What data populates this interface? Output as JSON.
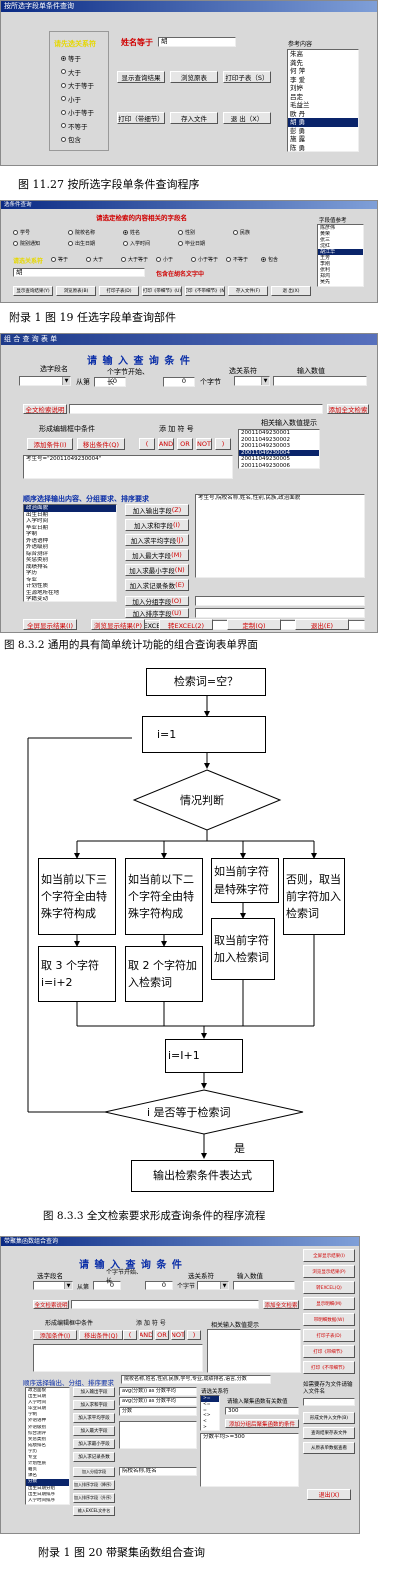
{
  "fig1": {
    "title": "按所选字段单条件查询",
    "heading": "请先选关系符",
    "field_label": "姓名等于",
    "field_value": "胡",
    "relations": [
      "等于",
      "大于",
      "大于等于",
      "小于",
      "小于等于",
      "不等于",
      "包含"
    ],
    "selected_relation": "等于",
    "ref_label": "参考内容",
    "ref_items": [
      "朱高",
      "龚先",
      "何 萍",
      "李 爱",
      "刘婷",
      "吕定",
      "毛益兰",
      "欧 丹",
      "胡 勇",
      "彭 勇",
      "施 露",
      "陈 勇"
    ],
    "ref_selected": "胡 勇",
    "buttons_row1": [
      "显示查询结果",
      "浏览原表",
      "打印子表（S）"
    ],
    "buttons_row2": [
      "打印（带细节）",
      "存入文件",
      "退 出（X）"
    ],
    "caption": "图 11.27 按所选字段单条件查询程序"
  },
  "fig2": {
    "title": "选条件查询",
    "heading": "请选定检索的内容相关的字段名",
    "fields": [
      "学号",
      "院校名称",
      "姓名",
      "性别",
      "民族",
      "院别通知",
      "出生日期",
      "入学时间",
      "毕业日期"
    ],
    "selected_field": "姓名",
    "rel_label": "请选关系符",
    "relations": [
      "等于",
      "大于",
      "大于等于",
      "小于",
      "小于等于",
      "不等于",
      "包含"
    ],
    "selected_relation": "包含",
    "field_label": "字段值参考",
    "value": "胡",
    "hint": "包含在胡名文字中",
    "ref_items": [
      "陈彦伟",
      "黄荣",
      "张三",
      "沈红",
      "胡江华",
      "王芳",
      "李刚",
      "张利",
      "郑鸿",
      "吴先"
    ],
    "ref_selected": "胡江华",
    "buttons": [
      "显示查询结果(Y)",
      "浏览原表(B)",
      "打印子表(D)",
      "打印《带细节》(U)",
      "打印《不带细节》(N)",
      "存入文件(F)",
      "退 出(X)"
    ],
    "caption": "附录 1 图 19 任选字段单查询部件"
  },
  "fig3": {
    "title": "组 合 查 询 表 单",
    "heading": "请 输 入 查 询 条 件",
    "lbl_field": "选字段名",
    "lbl_from": "从第",
    "lbl_sub": "个字节开始、长",
    "lbl_sub2": "个字节",
    "lbl_rel": "选关系符",
    "lbl_value": "输入数值",
    "spin1": "0",
    "spin2": "0",
    "btn_fulltext": "全文检索说明",
    "btn_add_fulltext": "添加全文检索",
    "lbl_form": "形成编辑框中条件",
    "btn_add_cond": "添加条件(Ⅰ)",
    "btn_remove_cond": "移出条件(Q)",
    "lbl_symbols": "添 加 符 号",
    "symbols": [
      "(",
      "AND",
      "OR",
      "NOT",
      ")"
    ],
    "lbl_hint": "相关输入数值提示",
    "hint_items": [
      "20011049230001",
      "20011049230002",
      "20011049230003",
      "20011049230004",
      "20011049230005",
      "20011049230006"
    ],
    "hint_selected": "20011049230004",
    "condition_text": "考生号=\"20011049230004\"",
    "order_label": "顺序选择输出内容、分组要求、排序要求",
    "field_list": [
      "政治面貌",
      "出生日期",
      "入学时间",
      "毕业日期",
      "学制",
      "外语语种",
      "外语级别",
      "综合测评",
      "奖惩类别",
      "成绩排名",
      "学历",
      "专业",
      "计划性质",
      "生源地所在地",
      "学籍变动"
    ],
    "field_selected": "政治面貌",
    "add_buttons": [
      "加入输出字段",
      "加入求和字段",
      "加入求平均字段",
      "加入最大字段",
      "加入求最小字段",
      "加入求记录条数"
    ],
    "add_keys": [
      "(Z)",
      "(I)",
      "(J)",
      "(M)",
      "(N)",
      "(E)"
    ],
    "output_text": "考生号,院校名称,姓名,性别,民族,政治面貌",
    "group_buttons": [
      "加入分组字段",
      "加入排序字段",
      "输入EXCEL文件名"
    ],
    "group_keys": [
      "(O)",
      "(U)",
      ""
    ],
    "bottom_buttons": [
      "全屏显示结果(Ⅰ)",
      "浏览显示结果(P)",
      "转EXCEL(2)",
      "定制(Q)",
      "退出(E)"
    ],
    "caption": "图 8.3.2 通用的具有简单统计功能的组合查询表单界面"
  },
  "flow": {
    "start": "检索词=空？",
    "init": "i=1",
    "decision": "情况判断",
    "cases": [
      "如当前以下三个字符全由特殊字符构成",
      "如当前以下二个字符全由特殊字符构成",
      "如当前字符是特殊字符",
      "否则，取当前字符加入检索词"
    ],
    "actions": [
      "取 3 个字符 i=i+2",
      "取 2 个字符加入检索词",
      "取当前字符加入检索词"
    ],
    "incr": "i=I+1",
    "check": "i 是否等于检索词",
    "yes": "是",
    "end": "输出检索条件表达式",
    "caption": "图 8.3.3 全文检索要求形成查询条件的程序流程"
  },
  "fig4": {
    "title": "带聚集函数组合查询",
    "heading": "请 输 入 查 询 条 件",
    "lbl_field": "选字段名",
    "lbl_from": "从第",
    "lbl_sub": "个字节开始、长",
    "lbl_sub2": "个字节",
    "lbl_rel": "选关系符",
    "lbl_value": "输入数值",
    "spin1": "0",
    "spin2": "0",
    "btn_fulltext": "全文检索说明",
    "btn_add_fulltext": "添加全文检索",
    "lbl_form": "形成编辑框中条件",
    "btn_add_cond": "添加条件(Ⅰ)",
    "btn_remove_cond": "移出条件(Q)",
    "lbl_symbols": "添 加 符 号",
    "symbols": [
      "(",
      "AND",
      "OR",
      "NOT",
      ")"
    ],
    "lbl_hint": "相关输入数值提示",
    "side_buttons": [
      "全屏显示结果(Ⅰ)",
      "浏览显示结果(P)",
      "转EXCEL(Q)",
      "显示明细(M)",
      "带明细数据(W)",
      "打印子表(D)",
      "打印《带细节》",
      "打印《不带细节》"
    ],
    "order_label": "顺序选择输出、分组、排序要求",
    "output_text": "院校名称,姓名,性别,民族,学号,专业,成绩排名,语言,分数",
    "field_list": [
      "政治面貌",
      "出生日期",
      "入学时间",
      "毕业日期",
      "学制",
      "外语语种",
      "外语级别",
      "综合测评",
      "奖惩类别",
      "成绩排名",
      "学历",
      "专业",
      "计划性质",
      "籍贯",
      "课名",
      "分数",
      "出生日期分组",
      "出生日期排序",
      "入学时间排序"
    ],
    "field_selected": "分数",
    "add_buttons": [
      "加入输出字段",
      "加入求和字段",
      "加入求平均字段",
      "加入最大字段",
      "加入求最小字段",
      "加入求记录条数"
    ],
    "agg_lines": [
      "avg(分数)) as 分数平均",
      "avg(分数)) as 分数平均",
      "分数"
    ],
    "rel_box_label": "请选关系符",
    "rel_options": [
      ">=",
      "<=",
      "=",
      "<>",
      "<",
      ">"
    ],
    "rel_selected": ">=",
    "agg_value_label": "请输入聚集函数有关数值",
    "agg_value": "300",
    "agg_button": "添加分组后聚集函数的条件",
    "agg_condition": "分数平均>=300",
    "group_buttons": [
      "加入分组字段",
      "加入排序字段（降序）",
      "加入排序字段（升序）",
      "输入EXCEL文件名"
    ],
    "group_text": "院校名称,姓名",
    "right_label": "如需要存为文件请输入文件名",
    "right_buttons": [
      "形成文件入文件(B)",
      "查询结果存表文件",
      "从原表单数据查看"
    ],
    "exit_button": "退出(X)",
    "caption": "附录 1 图 20 带聚集函数组合查询"
  }
}
